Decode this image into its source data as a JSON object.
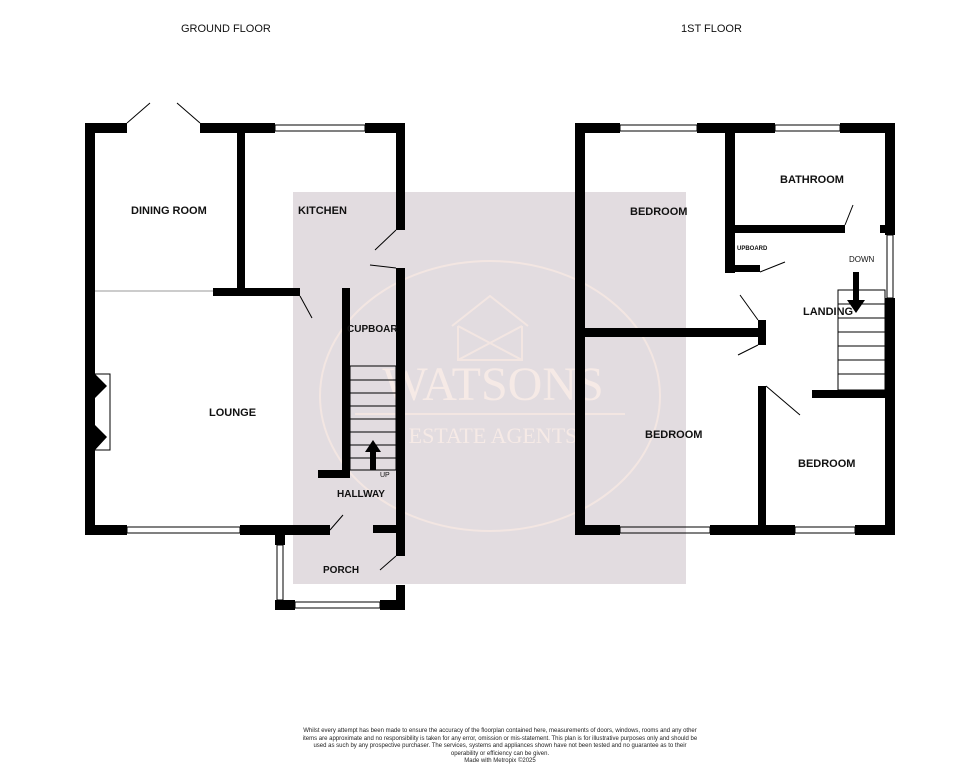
{
  "floors": [
    {
      "title": "GROUND FLOOR"
    },
    {
      "title": "1ST FLOOR"
    }
  ],
  "rooms": {
    "dining_room": "DINING ROOM",
    "kitchen": "KITCHEN",
    "lounge": "LOUNGE",
    "cupboard_ground": "CUPBOAR",
    "hallway": "HALLWAY",
    "stairs_up": "UP",
    "porch": "PORCH",
    "bedroom_1": "BEDROOM",
    "bathroom": "BATHROOM",
    "cupboard_first": "UPBOARD",
    "stairs_down": "DOWN",
    "landing": "LANDING",
    "bedroom_2": "BEDROOM",
    "bedroom_3": "BEDROOM"
  },
  "watermark": {
    "brand": "WATSONS",
    "subtitle": "ESTATE AGENTS",
    "box_color": "#e2dce0",
    "text_color": "#f6eae6"
  },
  "disclaimer": "Whilst every attempt has been made to ensure the accuracy of the floorplan contained here, measurements of doors, windows, rooms and any other items are approximate and no responsibility is taken for any error, omission or mis-statement. This plan is for illustrative purposes only and should be used as such by any prospective purchaser. The services, systems and appliances shown have not been tested and no guarantee as to their operability or efficiency can be given.",
  "credit": "Made with Metropix ©2025"
}
